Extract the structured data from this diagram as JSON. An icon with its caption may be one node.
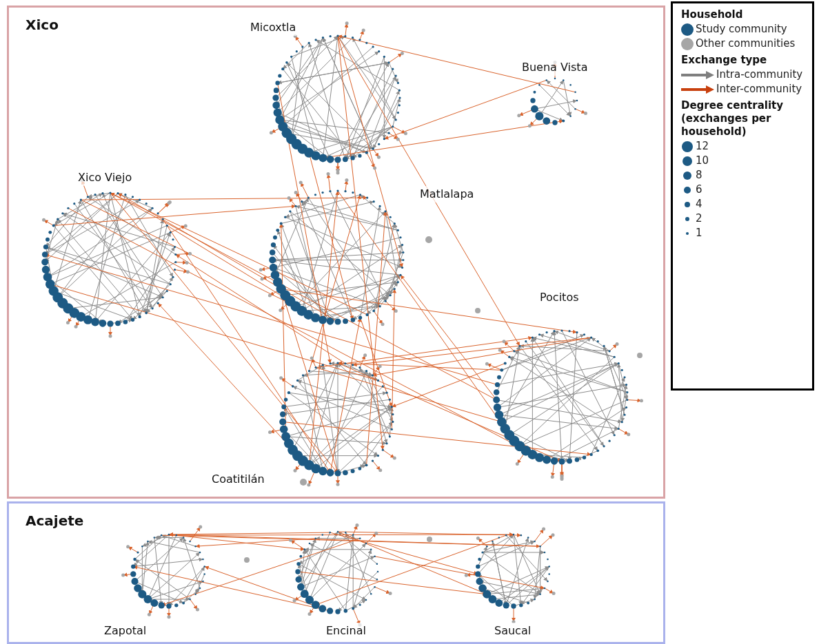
{
  "diagram": {
    "nodes": [
      {
        "text": [
          "Xico"
        ]
      },
      {
        "text": [
          "Acajete"
        ]
      }
    ],
    "labels": [
      "Micoxtla",
      "Buena Vista",
      "Xico Viejo",
      "Matlalapa",
      "Pocitos",
      "Coatitilán",
      "Zapotal",
      "Encinal",
      "Saucal",
      "Household",
      "Exchange type",
      "Degree centrality (exchanges per household)"
    ],
    "legend": [
      {
        "text": "Study community",
        "color": "#1d5a84"
      },
      {
        "text": "Other communities",
        "color": "#a6a6a6"
      },
      {
        "text": "Intra-community"
      },
      {
        "text": "Inter-community"
      },
      {
        "text": "12"
      },
      {
        "text": "10"
      },
      {
        "text": "8"
      },
      {
        "text": "6"
      },
      {
        "text": "4"
      },
      {
        "text": "2"
      },
      {
        "text": "1"
      }
    ]
  }
}
